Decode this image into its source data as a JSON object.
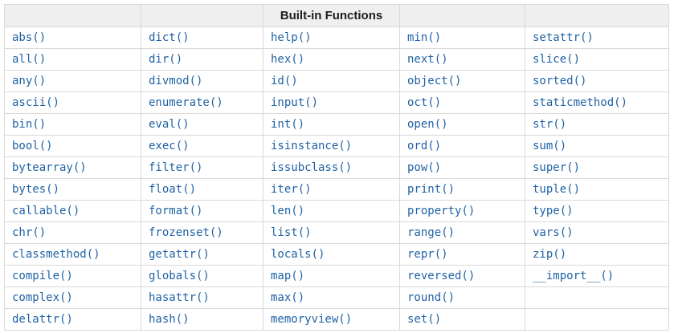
{
  "table": {
    "title": "Built-in Functions",
    "num_rows": 14,
    "columns": [
      [
        "abs()",
        "all()",
        "any()",
        "ascii()",
        "bin()",
        "bool()",
        "bytearray()",
        "bytes()",
        "callable()",
        "chr()",
        "classmethod()",
        "compile()",
        "complex()",
        "delattr()"
      ],
      [
        "dict()",
        "dir()",
        "divmod()",
        "enumerate()",
        "eval()",
        "exec()",
        "filter()",
        "float()",
        "format()",
        "frozenset()",
        "getattr()",
        "globals()",
        "hasattr()",
        "hash()"
      ],
      [
        "help()",
        "hex()",
        "id()",
        "input()",
        "int()",
        "isinstance()",
        "issubclass()",
        "iter()",
        "len()",
        "list()",
        "locals()",
        "map()",
        "max()",
        "memoryview()"
      ],
      [
        "min()",
        "next()",
        "object()",
        "oct()",
        "open()",
        "ord()",
        "pow()",
        "print()",
        "property()",
        "range()",
        "repr()",
        "reversed()",
        "round()",
        "set()"
      ],
      [
        "setattr()",
        "slice()",
        "sorted()",
        "staticmethod()",
        "str()",
        "sum()",
        "super()",
        "tuple()",
        "type()",
        "vars()",
        "zip()",
        "__import__()",
        "",
        ""
      ]
    ]
  },
  "colors": {
    "link_text": "#1f62a5",
    "header_bg": "#efefef",
    "header_text": "#1d1d1d",
    "border": "#d9d9d9",
    "row_bg": "#ffffff",
    "page_bg": "#ffffff"
  }
}
